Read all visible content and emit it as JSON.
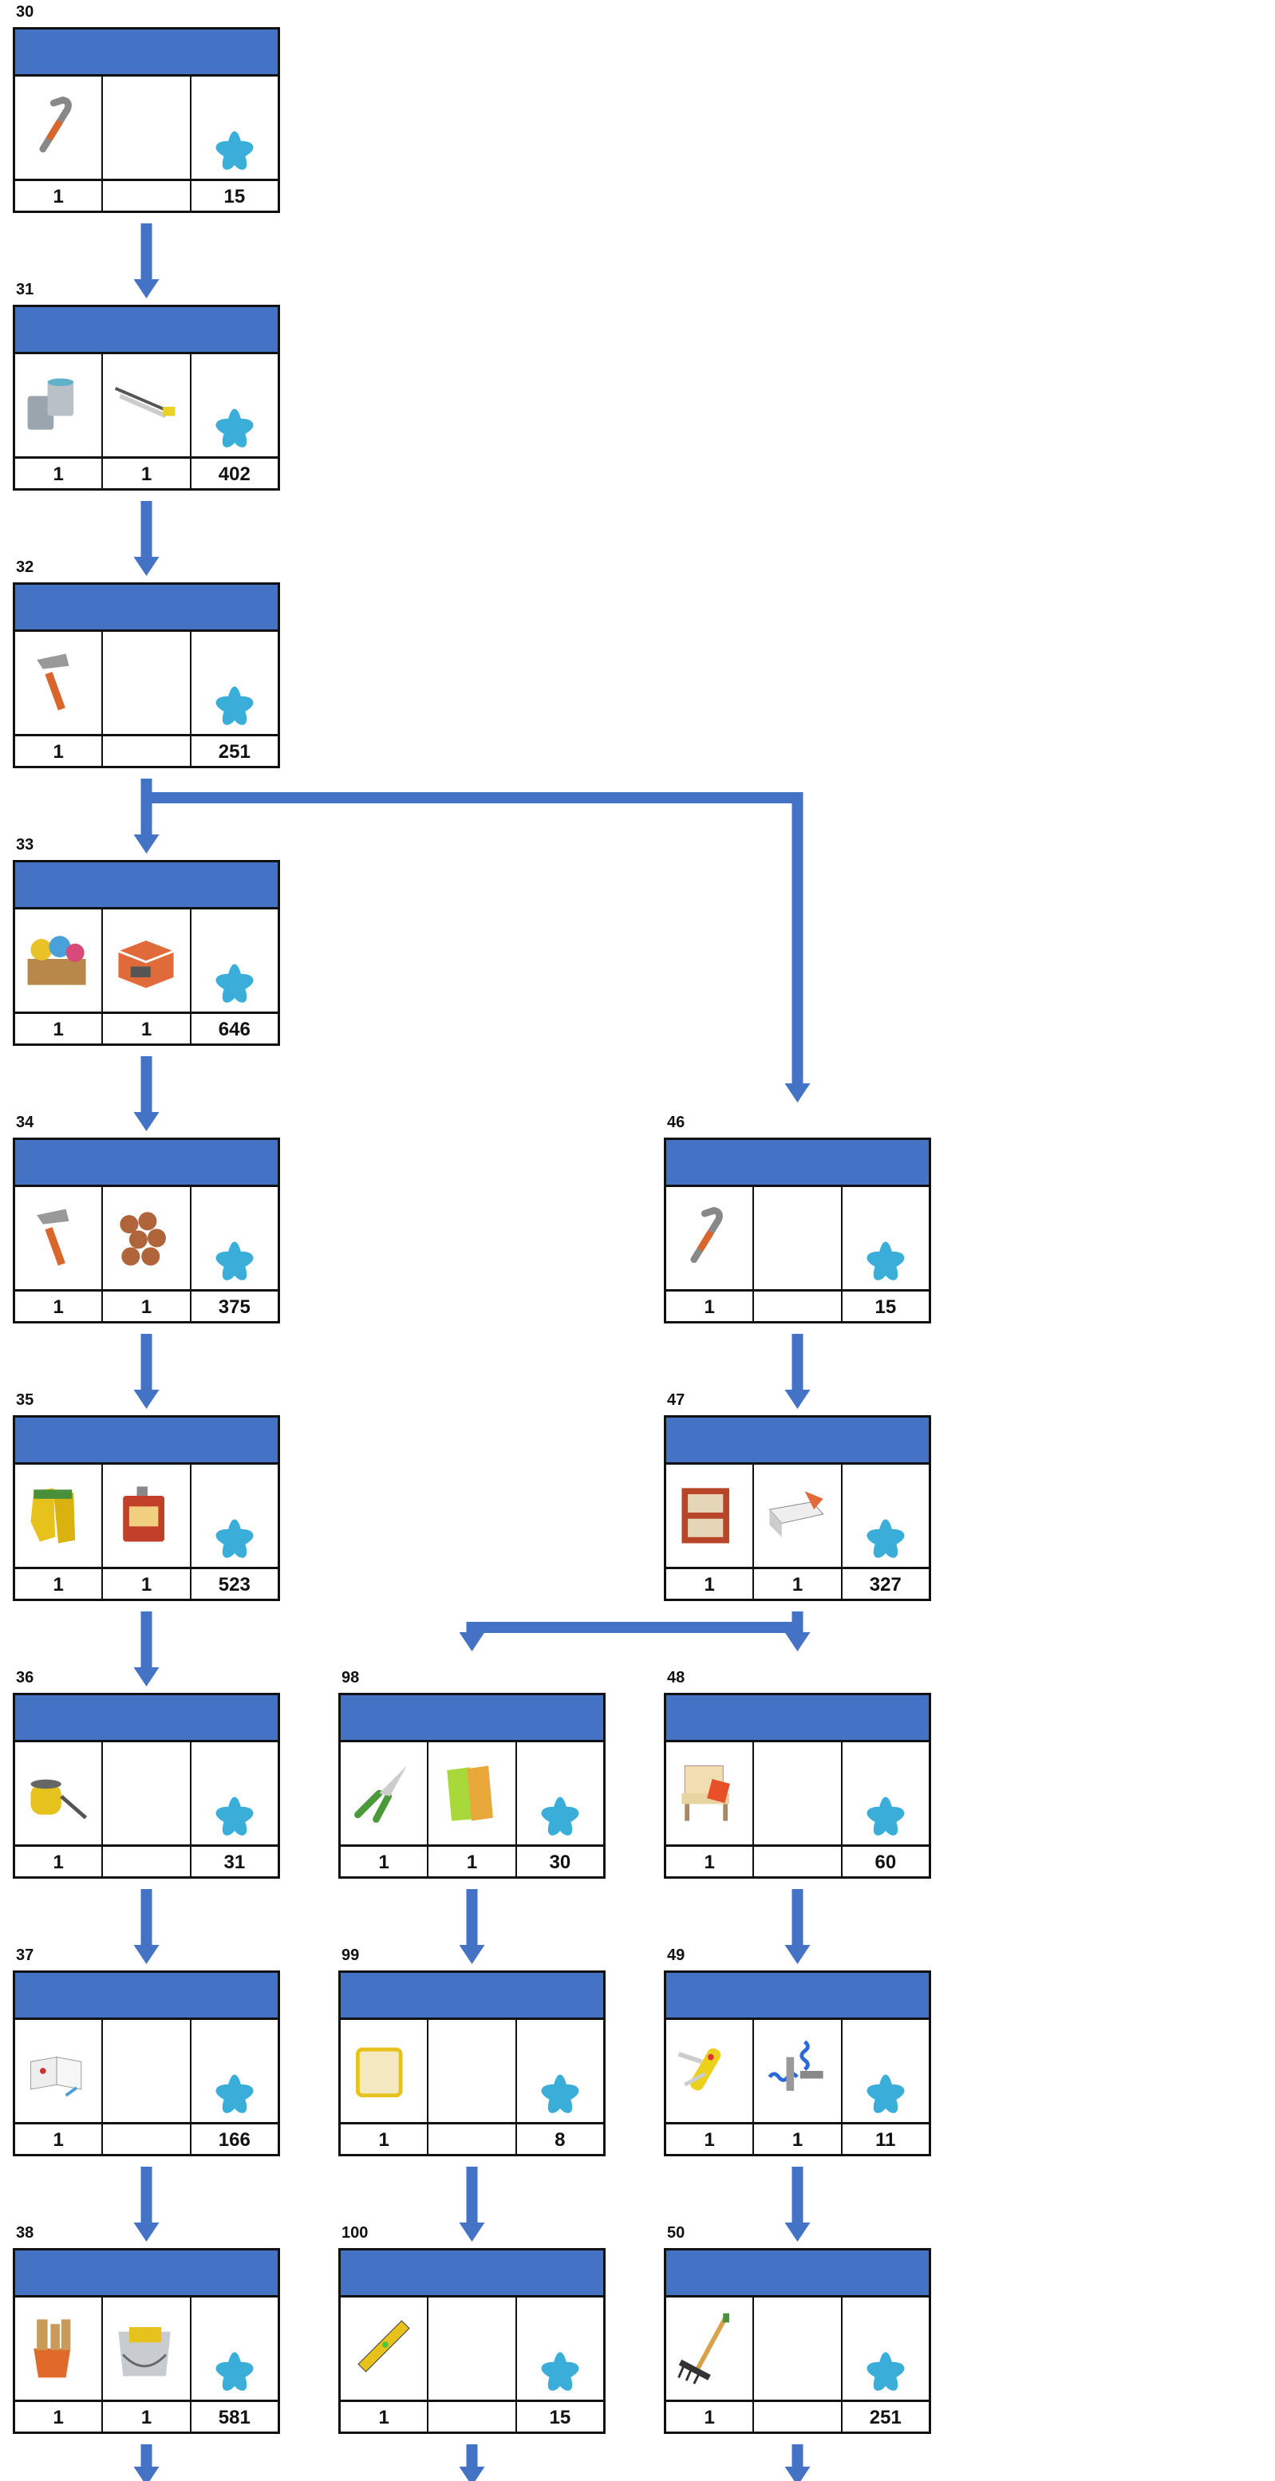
{
  "colors": {
    "header": "#4472c4",
    "arrow": "#4472c4",
    "star": "#3aaed8"
  },
  "cards": [
    {
      "id": "30",
      "items": [
        {
          "icon": "crowbar-icon",
          "qty": "1"
        },
        null
      ],
      "reward": "15"
    },
    {
      "id": "31",
      "items": [
        {
          "icon": "paint-cans-icon",
          "qty": "1"
        },
        {
          "icon": "hacksaw-icon",
          "qty": "1"
        }
      ],
      "reward": "402"
    },
    {
      "id": "32",
      "items": [
        {
          "icon": "hammer-icon",
          "qty": "1"
        },
        null
      ],
      "reward": "251"
    },
    {
      "id": "33",
      "items": [
        {
          "icon": "fabric-rolls-icon",
          "qty": "1"
        },
        {
          "icon": "brick-box-icon",
          "qty": "1"
        }
      ],
      "reward": "646"
    },
    {
      "id": "34",
      "items": [
        {
          "icon": "hammer-icon",
          "qty": "1"
        },
        {
          "icon": "log-pile-icon",
          "qty": "1"
        }
      ],
      "reward": "375"
    },
    {
      "id": "35",
      "items": [
        {
          "icon": "gloves-icon",
          "qty": "1"
        },
        {
          "icon": "oil-can-icon",
          "qty": "1"
        }
      ],
      "reward": "523"
    },
    {
      "id": "36",
      "items": [
        {
          "icon": "vacuum-cleaner-icon",
          "qty": "1"
        },
        null
      ],
      "reward": "31"
    },
    {
      "id": "37",
      "items": [
        {
          "icon": "sketchbook-icon",
          "qty": "1"
        },
        null
      ],
      "reward": "166"
    },
    {
      "id": "38",
      "items": [
        {
          "icon": "brush-bucket-icon",
          "qty": "1"
        },
        {
          "icon": "plaster-bucket-icon",
          "qty": "1"
        }
      ],
      "reward": "581"
    },
    {
      "id": "46",
      "items": [
        {
          "icon": "crowbar-icon",
          "qty": "1"
        },
        null
      ],
      "reward": "15"
    },
    {
      "id": "47",
      "items": [
        {
          "icon": "wood-rack-icon",
          "qty": "1"
        },
        {
          "icon": "nail-box-icon",
          "qty": "1"
        }
      ],
      "reward": "327"
    },
    {
      "id": "48",
      "items": [
        {
          "icon": "bench-icon",
          "qty": "1"
        },
        null
      ],
      "reward": "60"
    },
    {
      "id": "49",
      "items": [
        {
          "icon": "pocket-knife-icon",
          "qty": "1"
        },
        {
          "icon": "bolts-springs-icon",
          "qty": "1"
        }
      ],
      "reward": "11"
    },
    {
      "id": "50",
      "items": [
        {
          "icon": "rake-icon",
          "qty": "1"
        },
        null
      ],
      "reward": "251"
    },
    {
      "id": "98",
      "items": [
        {
          "icon": "pruning-shears-icon",
          "qty": "1"
        },
        {
          "icon": "garden-gloves-icon",
          "qty": "1"
        }
      ],
      "reward": "30"
    },
    {
      "id": "99",
      "items": [
        {
          "icon": "cloth-icon",
          "qty": "1"
        },
        null
      ],
      "reward": "8"
    },
    {
      "id": "100",
      "items": [
        {
          "icon": "spirit-level-icon",
          "qty": "1"
        },
        null
      ],
      "reward": "15"
    }
  ]
}
